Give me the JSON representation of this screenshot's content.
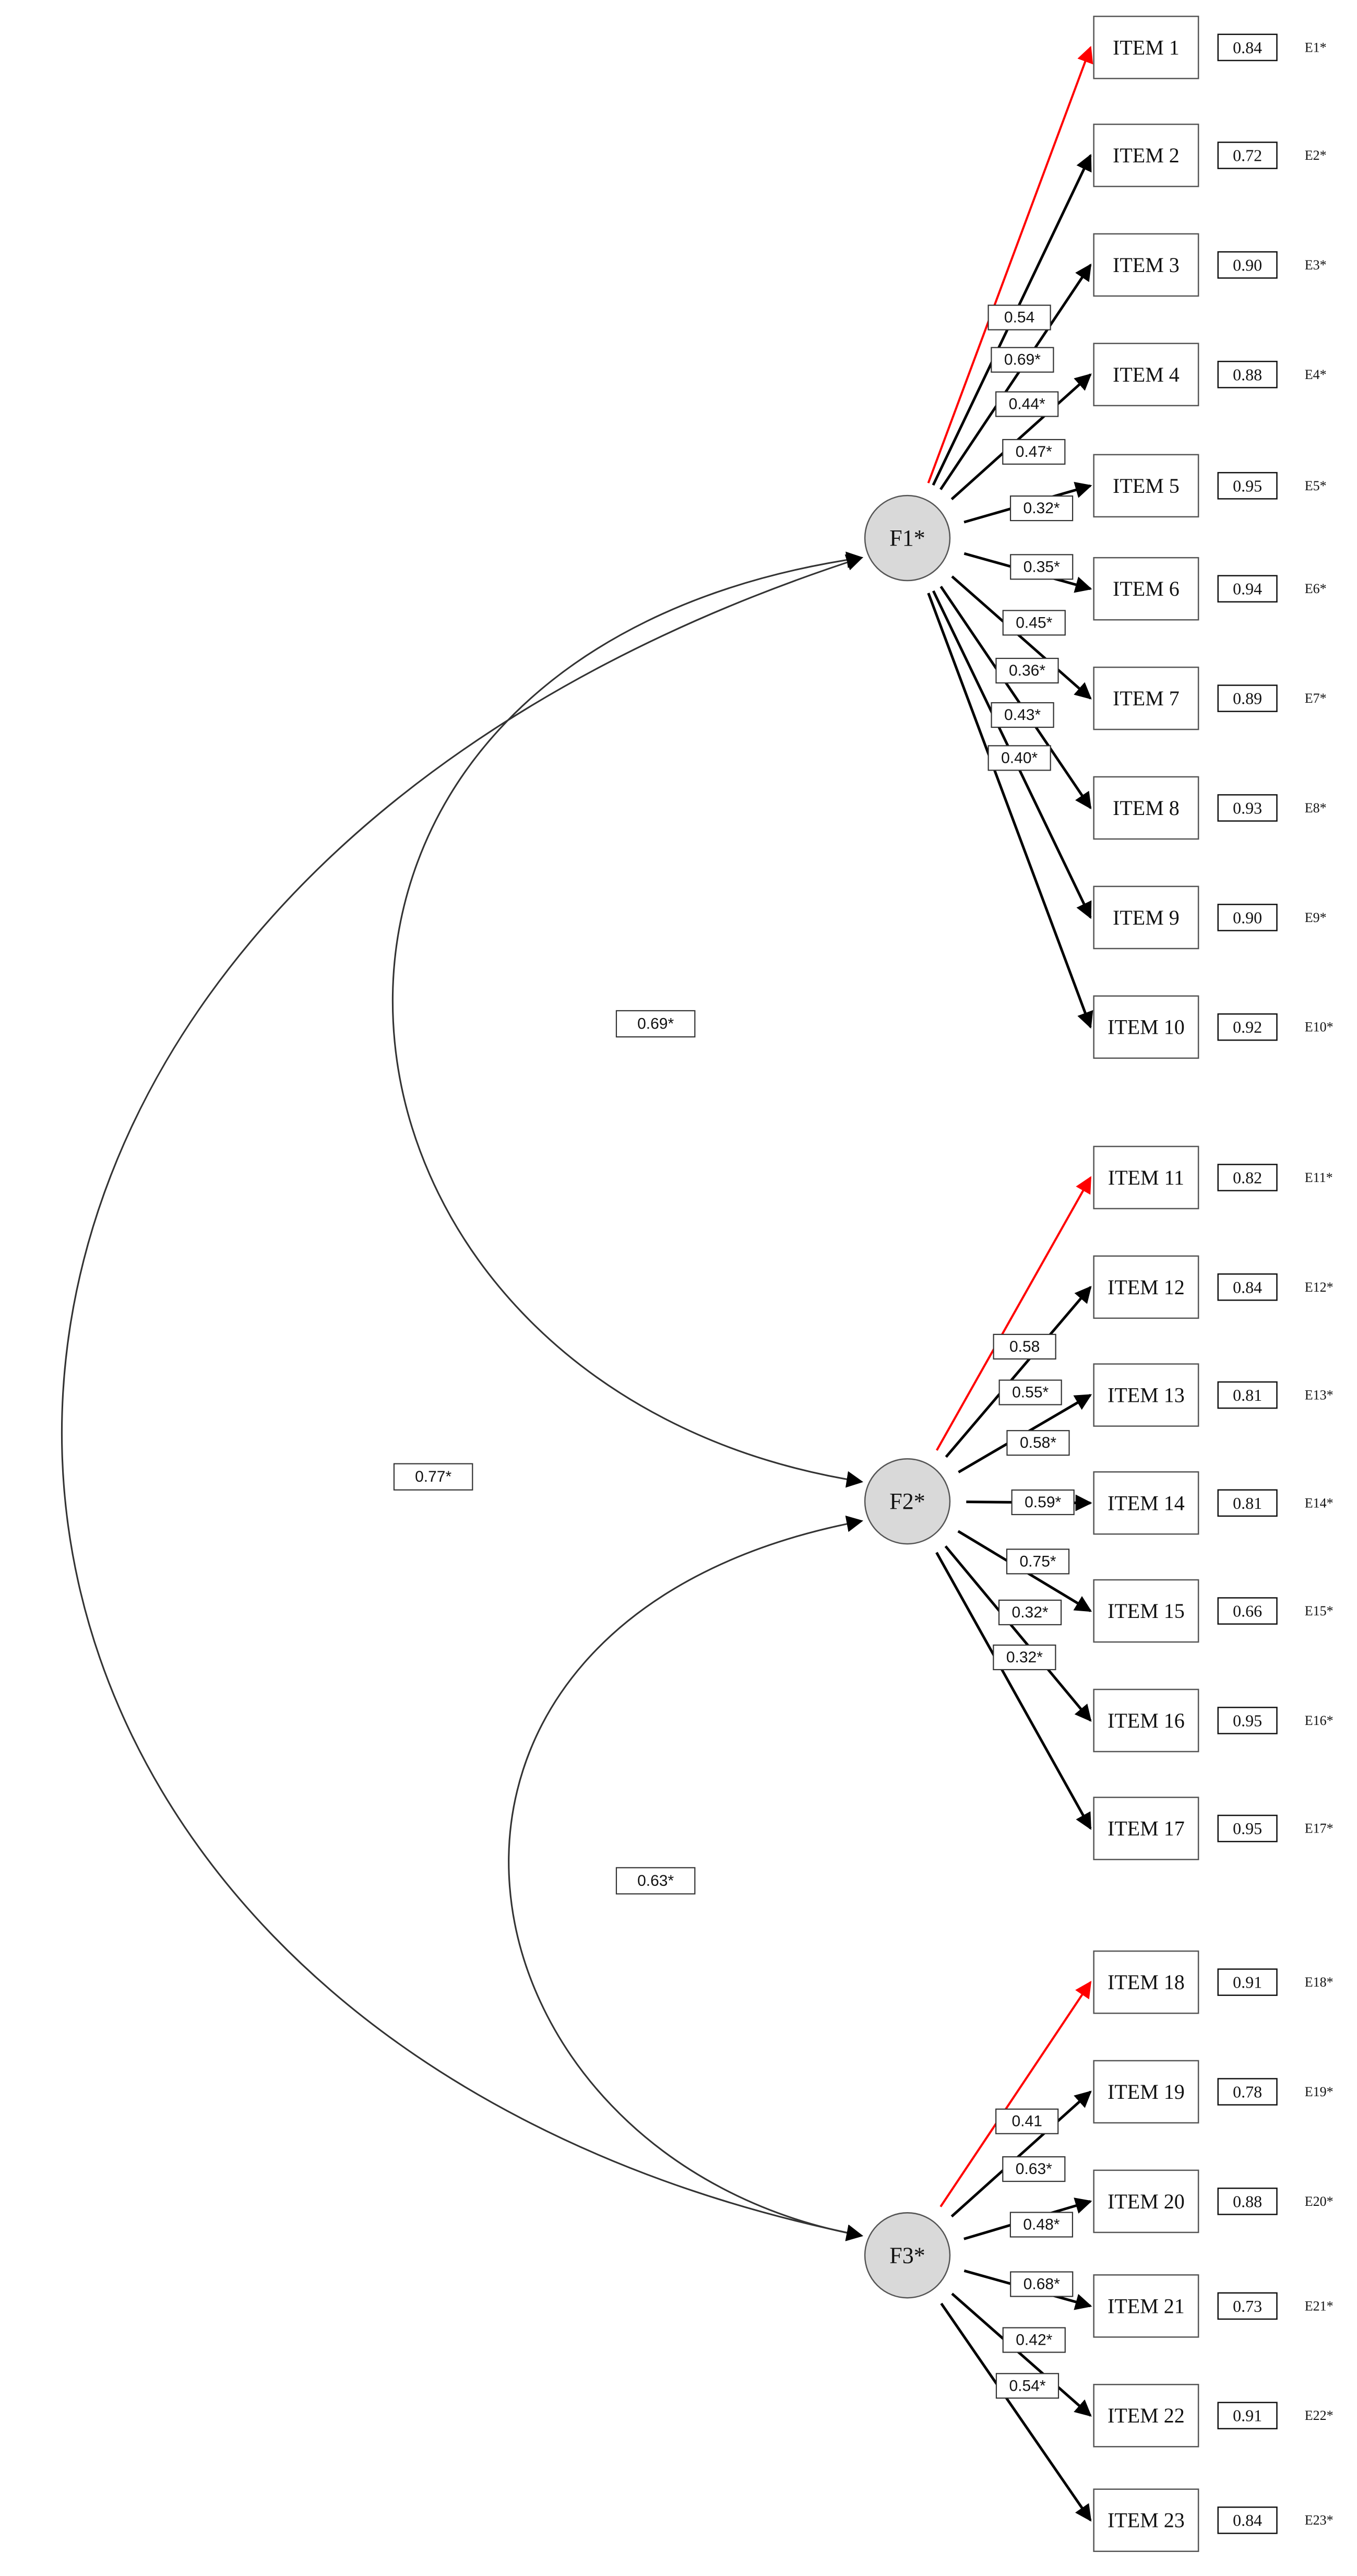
{
  "colors": {
    "marker_loading": "#ff0000",
    "loading": "#000000",
    "factor_fill": "#d9d9d9",
    "factor_stroke": "#555555"
  },
  "factors": [
    {
      "name": "F1*",
      "items": [
        {
          "label": "ITEM 1",
          "loading": "0.54",
          "error_value": "0.84",
          "error_name": "E1*",
          "marker": true
        },
        {
          "label": "ITEM 2",
          "loading": "0.69*",
          "error_value": "0.72",
          "error_name": "E2*"
        },
        {
          "label": "ITEM 3",
          "loading": "0.44*",
          "error_value": "0.90",
          "error_name": "E3*"
        },
        {
          "label": "ITEM 4",
          "loading": "0.47*",
          "error_value": "0.88",
          "error_name": "E4*"
        },
        {
          "label": "ITEM 5",
          "loading": "0.32*",
          "error_value": "0.95",
          "error_name": "E5*"
        },
        {
          "label": "ITEM 6",
          "loading": "0.35*",
          "error_value": "0.94",
          "error_name": "E6*"
        },
        {
          "label": "ITEM 7",
          "loading": "0.45*",
          "error_value": "0.89",
          "error_name": "E7*"
        },
        {
          "label": "ITEM 8",
          "loading": "0.36*",
          "error_value": "0.93",
          "error_name": "E8*"
        },
        {
          "label": "ITEM 9",
          "loading": "0.43*",
          "error_value": "0.90",
          "error_name": "E9*"
        },
        {
          "label": "ITEM 10",
          "loading": "0.40*",
          "error_value": "0.92",
          "error_name": "E10*"
        }
      ]
    },
    {
      "name": "F2*",
      "items": [
        {
          "label": "ITEM 11",
          "loading": "0.58",
          "error_value": "0.82",
          "error_name": "E11*",
          "marker": true
        },
        {
          "label": "ITEM 12",
          "loading": "0.55*",
          "error_value": "0.84",
          "error_name": "E12*"
        },
        {
          "label": "ITEM 13",
          "loading": "0.58*",
          "error_value": "0.81",
          "error_name": "E13*"
        },
        {
          "label": "ITEM 14",
          "loading": "0.59*",
          "error_value": "0.81",
          "error_name": "E14*"
        },
        {
          "label": "ITEM 15",
          "loading": "0.75*",
          "error_value": "0.66",
          "error_name": "E15*"
        },
        {
          "label": "ITEM 16",
          "loading": "0.32*",
          "error_value": "0.95",
          "error_name": "E16*"
        },
        {
          "label": "ITEM 17",
          "loading": "0.32*",
          "error_value": "0.95",
          "error_name": "E17*"
        }
      ]
    },
    {
      "name": "F3*",
      "items": [
        {
          "label": "ITEM 18",
          "loading": "0.41",
          "error_value": "0.91",
          "error_name": "E18*",
          "marker": true
        },
        {
          "label": "ITEM 19",
          "loading": "0.63*",
          "error_value": "0.78",
          "error_name": "E19*"
        },
        {
          "label": "ITEM 20",
          "loading": "0.48*",
          "error_value": "0.88",
          "error_name": "E20*"
        },
        {
          "label": "ITEM 21",
          "loading": "0.68*",
          "error_value": "0.73",
          "error_name": "E21*"
        },
        {
          "label": "ITEM 22",
          "loading": "0.42*",
          "error_value": "0.91",
          "error_name": "E22*"
        },
        {
          "label": "ITEM 23",
          "loading": "0.54*",
          "error_value": "0.84",
          "error_name": "E23*"
        }
      ]
    }
  ],
  "correlations": [
    {
      "from": "F1*",
      "to": "F2*",
      "value": "0.69*"
    },
    {
      "from": "F1*",
      "to": "F3*",
      "value": "0.77*"
    },
    {
      "from": "F2*",
      "to": "F3*",
      "value": "0.63*"
    }
  ]
}
